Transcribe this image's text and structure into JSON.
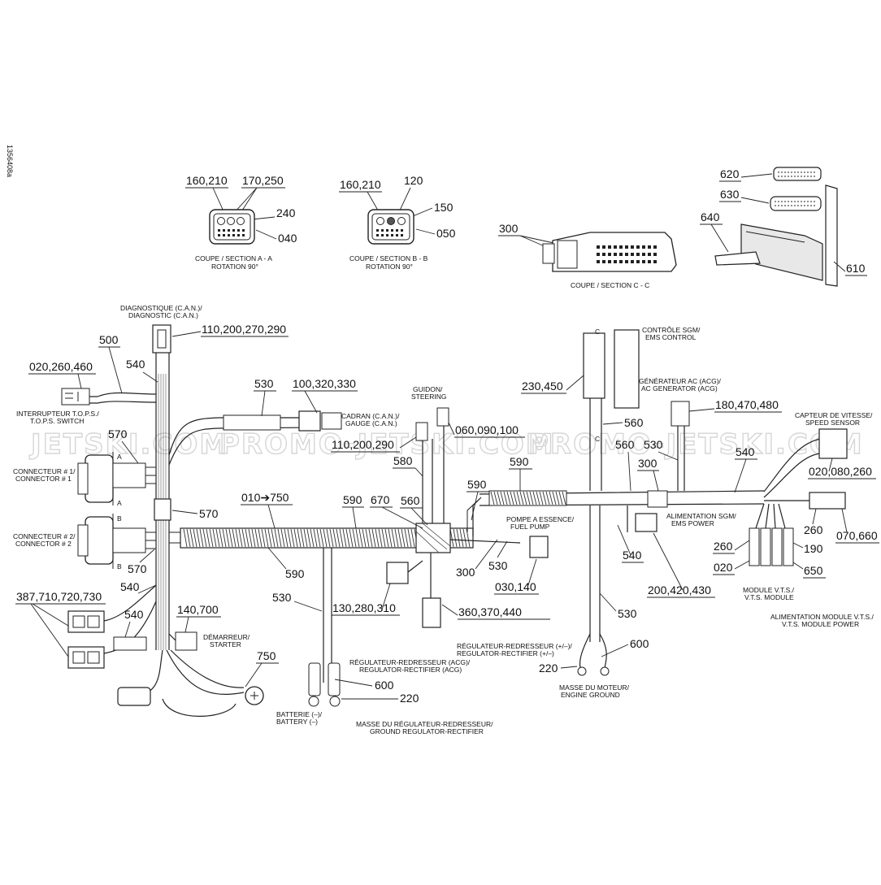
{
  "doc_id": "1356408a",
  "watermarks": [
    "JETSKI.COM",
    "PROMO-JETSKI.COM",
    "PROMO-JETSKI.COM"
  ],
  "sections": {
    "aa": {
      "callouts": [
        "160,210",
        "170,250",
        "240",
        "040"
      ],
      "title": "COUPE / SECTION A - A",
      "rotation": "ROTATION 90°"
    },
    "bb": {
      "callouts": [
        "160,210",
        "120",
        "150",
        "050"
      ],
      "title": "COUPE / SECTION B - B",
      "rotation": "ROTATION 90°"
    },
    "cc": {
      "callouts": [
        "300",
        "620",
        "630",
        "640",
        "610"
      ],
      "title": "COUPE / SECTION C - C"
    }
  },
  "section_markers": [
    "A",
    "A",
    "B",
    "B",
    "C",
    "C"
  ],
  "captions": {
    "diagnostic": [
      "DIAGNOSTIQUE (C.A.N.)/",
      "DIAGNOSTIC (C.A.N.)"
    ],
    "tops": [
      "INTERRUPTEUR T.O.P.S./",
      "T.O.P.S. SWITCH"
    ],
    "gauge": [
      "CADRAN (C.A.N.)/",
      "GAUGE (C.A.N.)"
    ],
    "steering": [
      "GUIDON/",
      "STEERING"
    ],
    "ems_control": [
      "CONTRÔLE SGM/",
      "EMS CONTROL"
    ],
    "ac_gen": [
      "GÉNÉRATEUR AC (ACG)/",
      "AC GENERATOR (ACG)"
    ],
    "speed": [
      "CAPTEUR DE VITESSE/",
      "SPEED SENSOR"
    ],
    "connector1": [
      "CONNECTEUR # 1/",
      "CONNECTOR # 1"
    ],
    "connector2": [
      "CONNECTEUR # 2/",
      "CONNECTOR # 2"
    ],
    "fuel_pump": [
      "POMPE A ESSENCE/",
      "FUEL PUMP"
    ],
    "ems_power": [
      "ALIMENTATION SGM/",
      "EMS POWER"
    ],
    "vts_module": [
      "MODULE V.T.S./",
      "V.T.S. MODULE"
    ],
    "vts_power": [
      "ALIMENTATION MODULE V.T.S./",
      "V.T.S. MODULE POWER"
    ],
    "starter": [
      "DÉMARREUR/",
      "STARTER"
    ],
    "reg_pm": [
      "RÉGULATEUR-REDRESSEUR (+/–)/",
      "REGULATOR-RECTIFIER (+/–)"
    ],
    "reg_acg": [
      "RÉGULATEUR-REDRESSEUR (ACG)/",
      "REGULATOR-RECTIFIER (ACG)"
    ],
    "engine_ground": [
      "MASSE DU MOTEUR/",
      "ENGINE GROUND"
    ],
    "battery": [
      "BATTERIE (–)/",
      "BATTERY (–)"
    ],
    "ground_reg": [
      "MASSE DU RÉGULATEUR-REDRESSEUR/",
      "GROUND REGULATOR-RECTIFIER"
    ]
  },
  "callouts": {
    "diag": "110,200,270,290",
    "c500": "500",
    "tops": "020,260,460",
    "c540a": "540",
    "c530a": "530",
    "gauge": "100,320,330",
    "c570a": "570",
    "c570b": "570",
    "c570c": "570",
    "range": "010➔750",
    "c590a": "590",
    "c590b": "590",
    "c670": "670",
    "c560a": "560",
    "c580": "580",
    "steer_num": "110,200,290",
    "steer_num2": "060,090,100",
    "c590c": "590",
    "c590d": "590",
    "c230": "230,450",
    "c560b": "560",
    "c560c": "560",
    "c530b": "530",
    "c180": "180,470,480",
    "c300": "300",
    "c540b": "540",
    "c020sp": "020,080,260",
    "c070": "070,660",
    "c260a": "260",
    "c260b": "260",
    "c190": "190",
    "c020v": "020",
    "c650": "650",
    "c540c": "540",
    "c200": "200,420,430",
    "c530c": "530",
    "c300b": "300",
    "c530d": "530",
    "c030": "030,140",
    "c130": "130,280,310",
    "c360": "360,370,440",
    "c387": "387,710,720,730",
    "c540d": "540",
    "c540e": "540",
    "c140": "140,700",
    "c750": "750",
    "c530e": "530",
    "c600a": "600",
    "c220a": "220",
    "c600b": "600",
    "c220b": "220"
  }
}
